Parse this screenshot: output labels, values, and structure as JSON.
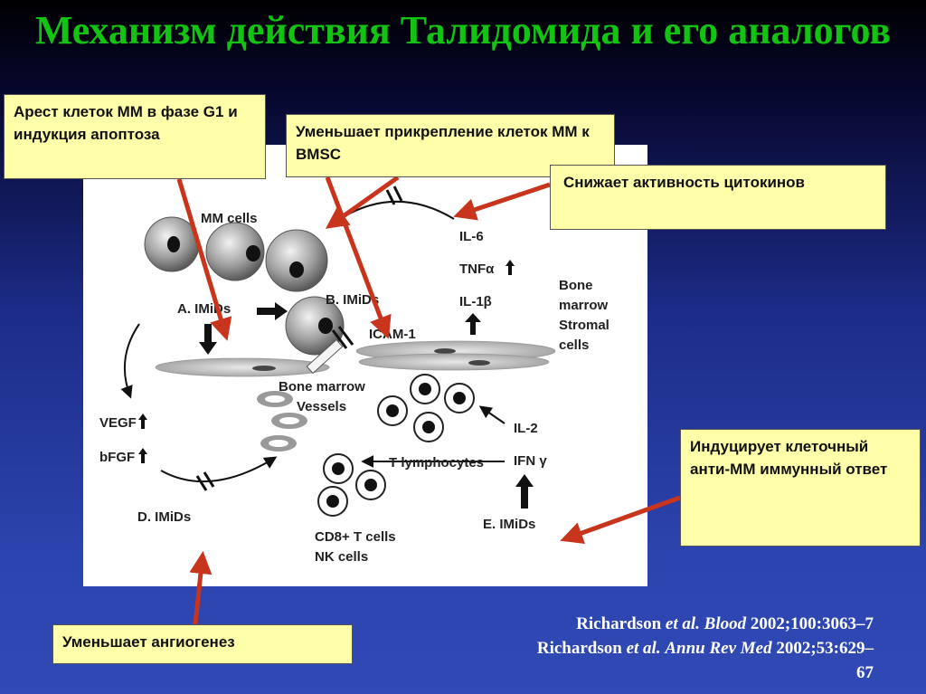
{
  "title": "Механизм действия Талидомида и его аналогов",
  "callouts": {
    "arrest": "Арест клеток ММ в фазе G1 и индукция апоптоза",
    "adhesion": "Уменьшает прикрепление клеток ММ к BMSC",
    "cytokines": "Снижает активность цитокинов",
    "immune": "Индуцирует клеточный анти-ММ иммунный ответ",
    "angiogenesis": "Уменьшает ангиогенез"
  },
  "diagram": {
    "mm_cells": "MM cells",
    "a_prefix": "A.",
    "b_prefix": "B.",
    "d_prefix": "D.",
    "e_prefix": "E.",
    "imids": "IMiDs",
    "icam": "ICAM-1",
    "il6": "IL-6",
    "tnf": "TNFα",
    "il1": "IL-1β",
    "bone_marrow_stromal_1": "Bone",
    "bone_marrow_stromal_2": "marrow",
    "bone_marrow_stromal_3": "Stromal",
    "bone_marrow_stromal_4": "cells",
    "vessels_1": "Bone marrow",
    "vessels_2": "Vessels",
    "vegf": "VEGF",
    "bfgf": "bFGF",
    "t_lymphocytes": "T lymphocytes",
    "il2": "IL-2",
    "ifn": "IFN γ",
    "cd8": "CD8+ T cells",
    "nk": "NK cells"
  },
  "references": {
    "line1_author": "Richardson",
    "line1_etal": "et al.",
    "line1_journal": "Blood",
    "line1_cite": "2002;100:3063–7",
    "line2_author": "Richardson",
    "line2_etal": "et al.",
    "line2_journal": "Annu Rev Med",
    "line2_cite": "2002;53:629–",
    "line3_cite": "67"
  },
  "colors": {
    "title": "#12c312",
    "callout_bg": "#ffffaa",
    "arrow": "#c8341c"
  }
}
